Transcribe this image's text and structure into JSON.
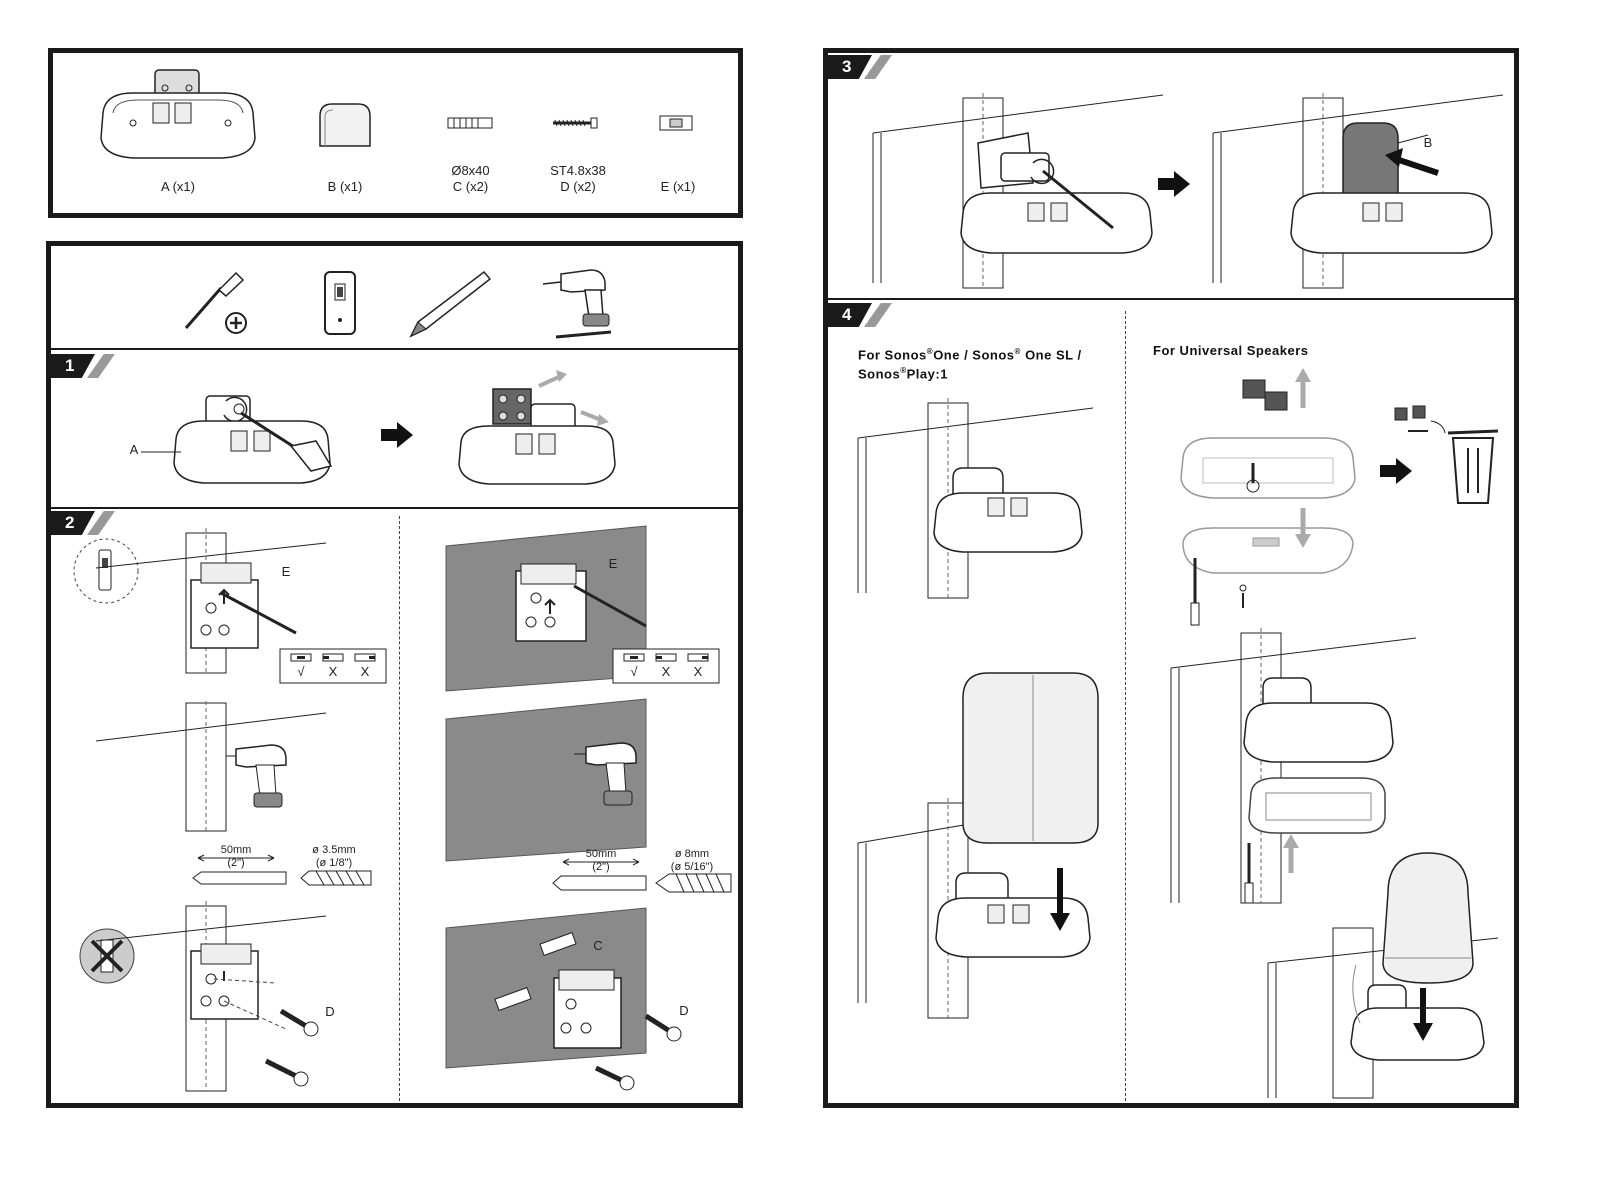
{
  "parts": [
    {
      "code": "A (x1)"
    },
    {
      "code": "B (x1)"
    },
    {
      "spec": "Ø8x40",
      "code": "C (x2)"
    },
    {
      "spec": "ST4.8x38",
      "code": "D (x2)"
    },
    {
      "code": "E (x1)"
    }
  ],
  "steps": {
    "s1": "1",
    "s2": "2",
    "s3": "3",
    "s4": "4"
  },
  "step1": {
    "label_a": "A"
  },
  "step2": {
    "label_e": "E",
    "label_c": "C",
    "label_d": "D",
    "check": "√",
    "cross": "X",
    "wood_dist_mm": "50mm",
    "wood_dist_in": "(2\")",
    "wood_drill_mm": "ø 3.5mm",
    "wood_drill_in": "(ø 1/8\")",
    "masonry_dist_mm": "50mm",
    "masonry_dist_in": "(2\")",
    "masonry_drill_mm": "ø 8mm",
    "masonry_drill_in": "(ø 5/16\")"
  },
  "step3": {
    "label_b": "B"
  },
  "step4": {
    "sonos_line1_a": "For Sonos",
    "sonos_line1_b": "One / Sonos",
    "sonos_line1_c": "One SL /",
    "sonos_line2_a": "Sonos",
    "sonos_line2_b": "Play:1",
    "reg": "®",
    "universal": "For Universal Speakers"
  }
}
